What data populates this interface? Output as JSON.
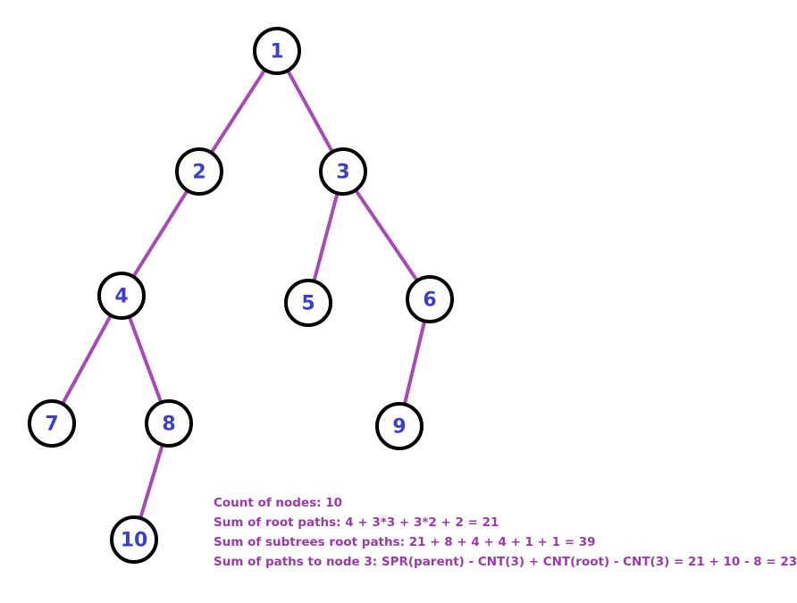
{
  "colors": {
    "edge": "#a64ab5",
    "node_border": "#000000",
    "node_fill": "#ffffff",
    "node_label": "#3b3fc9",
    "note_text": "#9a3aa8"
  },
  "tree": {
    "nodes": [
      {
        "id": "1",
        "label": "1"
      },
      {
        "id": "2",
        "label": "2"
      },
      {
        "id": "3",
        "label": "3"
      },
      {
        "id": "4",
        "label": "4"
      },
      {
        "id": "5",
        "label": "5"
      },
      {
        "id": "6",
        "label": "6"
      },
      {
        "id": "7",
        "label": "7"
      },
      {
        "id": "8",
        "label": "8"
      },
      {
        "id": "9",
        "label": "9"
      },
      {
        "id": "10",
        "label": "10"
      }
    ],
    "edges": [
      {
        "from": "1",
        "to": "2"
      },
      {
        "from": "1",
        "to": "3"
      },
      {
        "from": "2",
        "to": "4"
      },
      {
        "from": "3",
        "to": "5"
      },
      {
        "from": "3",
        "to": "6"
      },
      {
        "from": "4",
        "to": "7"
      },
      {
        "from": "4",
        "to": "8"
      },
      {
        "from": "6",
        "to": "9"
      },
      {
        "from": "8",
        "to": "10"
      }
    ]
  },
  "notes": {
    "count": "Count of nodes: 10",
    "root_paths": "Sum of root paths: 4 + 3*3 + 3*2 + 2 = 21",
    "subtree_paths": "Sum of subtrees root paths: 21 + 8 + 4 + 4 + 1 + 1 = 39",
    "node3_paths": "Sum of paths to node 3: SPR(parent) - CNT(3) + CNT(root) - CNT(3) = 21 + 10 - 8 = 23"
  }
}
